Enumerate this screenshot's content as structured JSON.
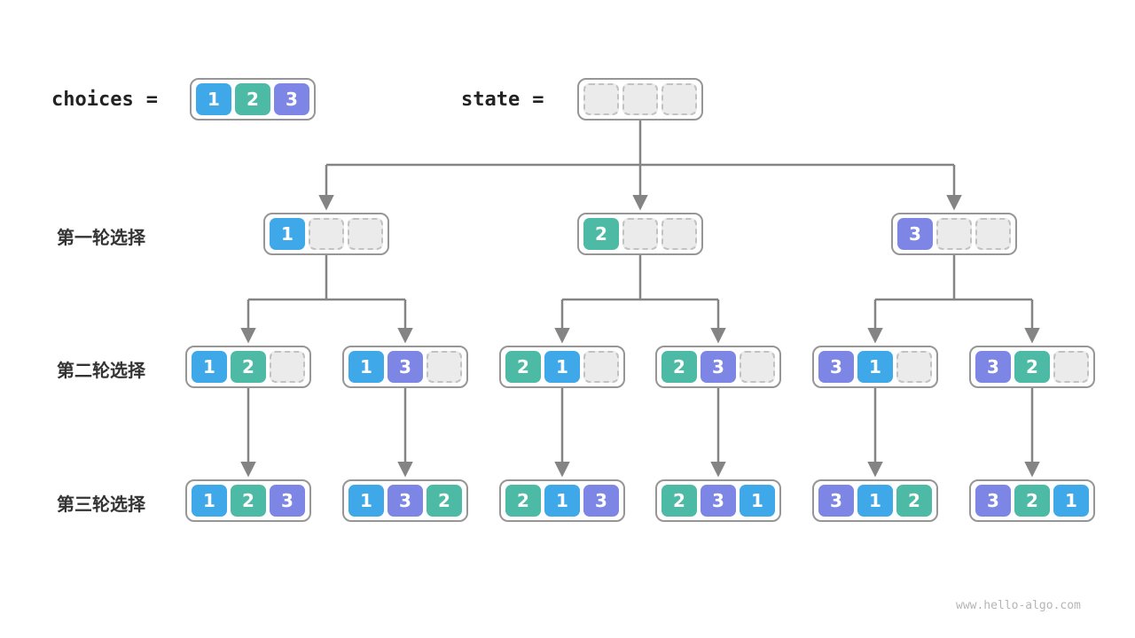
{
  "page": {
    "watermark": "www.hello-algo.com"
  },
  "colors": {
    "choice_1": "#3ea8e8",
    "choice_2": "#4dbaa5",
    "choice_3": "#7d86e5",
    "empty_cell": "#ebebeb",
    "node_border": "#969696",
    "arrow": "#848484"
  },
  "header": {
    "choices_label": "choices",
    "equals": "=",
    "choices_cells": [
      "1",
      "2",
      "3"
    ],
    "state_label": "state",
    "state_cells": [
      "",
      "",
      ""
    ]
  },
  "rows": [
    {
      "label": "第一轮选择",
      "nodes": [
        [
          "1",
          "",
          ""
        ],
        [
          "2",
          "",
          ""
        ],
        [
          "3",
          "",
          ""
        ]
      ]
    },
    {
      "label": "第二轮选择",
      "nodes": [
        [
          "1",
          "2",
          ""
        ],
        [
          "1",
          "3",
          ""
        ],
        [
          "2",
          "1",
          ""
        ],
        [
          "2",
          "3",
          ""
        ],
        [
          "3",
          "1",
          ""
        ],
        [
          "3",
          "2",
          ""
        ]
      ]
    },
    {
      "label": "第三轮选择",
      "nodes": [
        [
          "1",
          "2",
          "3"
        ],
        [
          "1",
          "3",
          "2"
        ],
        [
          "2",
          "1",
          "3"
        ],
        [
          "2",
          "3",
          "1"
        ],
        [
          "3",
          "1",
          "2"
        ],
        [
          "3",
          "2",
          "1"
        ]
      ]
    }
  ]
}
